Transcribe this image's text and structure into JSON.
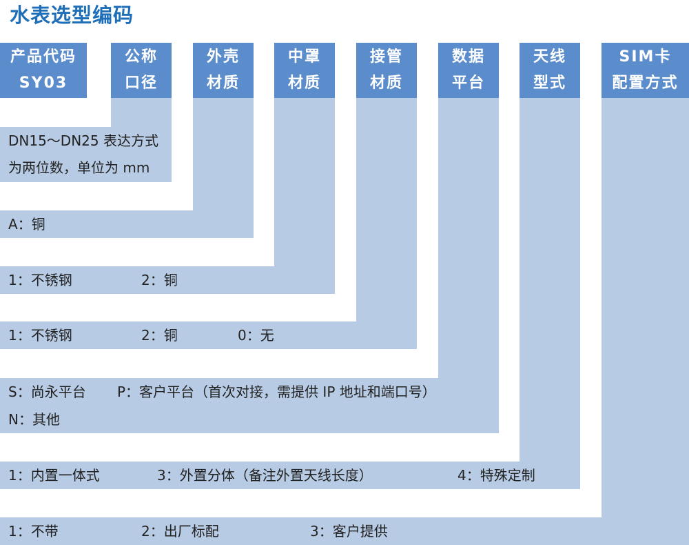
{
  "title": "水表选型编码",
  "headers": [
    {
      "line1": "产品代码",
      "line2": "SY03"
    },
    {
      "line1": "公称",
      "line2": "口径"
    },
    {
      "line1": "外壳",
      "line2": "材质"
    },
    {
      "line1": "中罩",
      "line2": "材质"
    },
    {
      "line1": "接管",
      "line2": "材质"
    },
    {
      "line1": "数据",
      "line2": "平台"
    },
    {
      "line1": "天线",
      "line2": "型式"
    },
    {
      "line1": "SIM卡",
      "line2": "配置方式"
    }
  ],
  "bands": {
    "caliber": {
      "line1": "DN15～DN25 表达方式",
      "line2": "为两位数，单位为 mm"
    },
    "shell": {
      "opt1": "A：铜"
    },
    "cover": {
      "opt1": "1：不锈钢",
      "opt2": "2：铜"
    },
    "pipe": {
      "opt1": "1：不锈钢",
      "opt2": "2：铜",
      "opt3": "0：无"
    },
    "platform": {
      "opt1": "S：尚永平台",
      "opt2": "P：客户平台（首次对接，需提供 IP 地址和端口号）",
      "opt3": "N：其他"
    },
    "antenna": {
      "opt1": "1：内置一体式",
      "opt2": "3：外置分体（备注外置天线长度）",
      "opt3": "4：特殊定制"
    },
    "sim": {
      "opt1": "1：不带",
      "opt2": "2：出厂标配",
      "opt3": "3：客户提供"
    }
  }
}
